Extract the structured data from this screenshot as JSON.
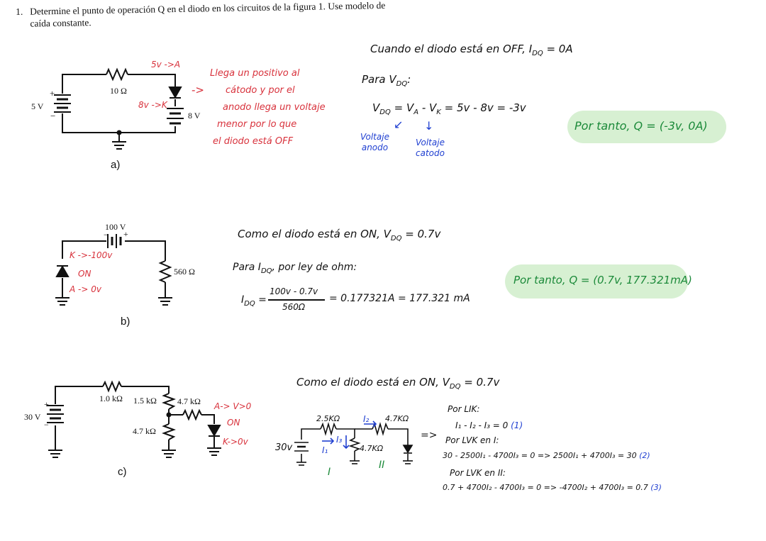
{
  "problem": {
    "number": "1.",
    "line1": "Determine el punto de operación Q en el diodo en los circuitos de la figura 1. Use modelo de",
    "line2": "caída constante."
  },
  "part_a": {
    "label": "a)",
    "source_label": "5 V",
    "resistor_label": "10 Ω",
    "battery_label": "8 V",
    "node_a": "5v ->A",
    "node_k": "8v ->K",
    "note_arrow": "->",
    "note_lines": [
      "Llega un positivo al",
      "cátodo y por el",
      "anodo llega un voltaje",
      "menor por lo que",
      "el diodo está OFF"
    ],
    "off_text": "Cuando el diodo está en OFF, I",
    "off_sub": "DQ",
    "off_tail": " = 0A",
    "para_text": "Para V",
    "para_sub": "DQ",
    "para_tail": ":",
    "eq_lhs": "V",
    "eq_lhs_sub": "DQ",
    "eq_mid": " = V",
    "eq_a_sub": "A",
    "eq_minus": " - V",
    "eq_k_sub": "K",
    "eq_rhs": " = 5v - 8v = -3v",
    "arrow1": "↙",
    "arrow2": "↓",
    "blue1": [
      "Voltaje",
      "anodo"
    ],
    "blue2": [
      "Voltaje",
      "catodo"
    ],
    "result": "Por tanto, Q = (-3v, 0A)"
  },
  "part_b": {
    "label": "b)",
    "source_label": "100 V",
    "resistor_label": "560 Ω",
    "node_k": "K ->-100v",
    "on": "ON",
    "node_a": "A -> 0v",
    "on_text": "Como el diodo está en ON, V",
    "on_sub": "DQ",
    "on_tail": " = 0.7v",
    "para_text": "Para I",
    "para_sub": "DQ",
    "para_tail": ", por ley de ohm:",
    "eq_lhs": "I",
    "eq_lhs_sub": "DQ",
    "eq_num": "100v - 0.7v",
    "eq_den": "560Ω",
    "eq_rhs": "= 0.177321A = 177.321 mA",
    "result": "Por tanto,  Q = (0.7v, 177.321mA)"
  },
  "part_c": {
    "label": "c)",
    "source_label": "30 V",
    "r1_label": "1.0 kΩ",
    "r2_label": "1.5 kΩ",
    "r3_label": "4.7 kΩ",
    "r4_label": "4.7 kΩ",
    "node_a": "A-> V>0",
    "on": "ON",
    "node_k": "K->0v",
    "on_text": "Como el diodo está en ON, V",
    "on_sub": "DQ",
    "on_tail": " = 0.7v",
    "sketch": {
      "source": "30v",
      "r1": "2.5KΩ",
      "r2": "4.7KΩ",
      "r3": "4.7KΩ",
      "i1": "I₁",
      "i2": "I₂",
      "i3": "I₃",
      "mesh1": "I",
      "mesh2": "II",
      "arrow": "=>"
    },
    "eqs": {
      "lk_title": "Por LIK:",
      "lk_eq": "I₁ - I₂ - I₃ = 0",
      "lk_tag": "(1)",
      "lvk1_title": "Por LVK en I:",
      "lvk1_eq": "30 - 2500I₁ - 4700I₃ = 0  =>  2500I₁ + 4700I₃ = 30",
      "lvk1_tag": "(2)",
      "lvk2_title": "Por LVK en II:",
      "lvk2_eq": "0.7 + 4700I₂ - 4700I₃ = 0  =>  -4700I₂ + 4700I₃ = 0.7",
      "lvk2_tag": "(3)"
    }
  },
  "colors": {
    "red": "#d8323c",
    "blue": "#1f3fd1",
    "green": "#1c8a3a",
    "highlight": "#d7f0d2"
  }
}
